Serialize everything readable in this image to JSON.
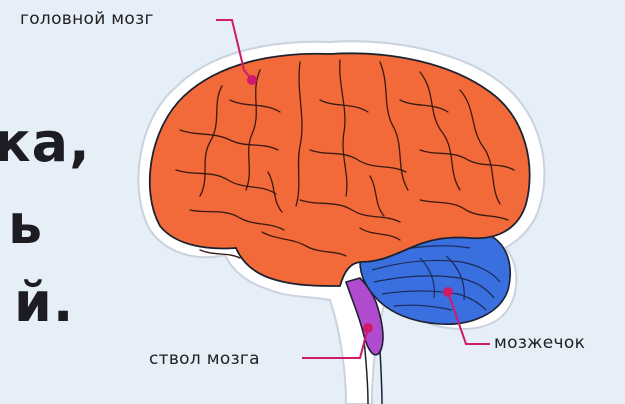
{
  "background_text": [
    "ка,",
    "ь",
    "й."
  ],
  "labels": {
    "brain": "головной мозг",
    "cerebellum": "мозжечок",
    "brainstem": "ствол мозга"
  },
  "colors": {
    "background": "#e6eef8",
    "cerebrum": "#f26a3a",
    "cerebellum": "#3a6fe0",
    "brainstem": "#b04bd0",
    "leader_line": "#d01a6a",
    "outline": "#1c2230"
  }
}
